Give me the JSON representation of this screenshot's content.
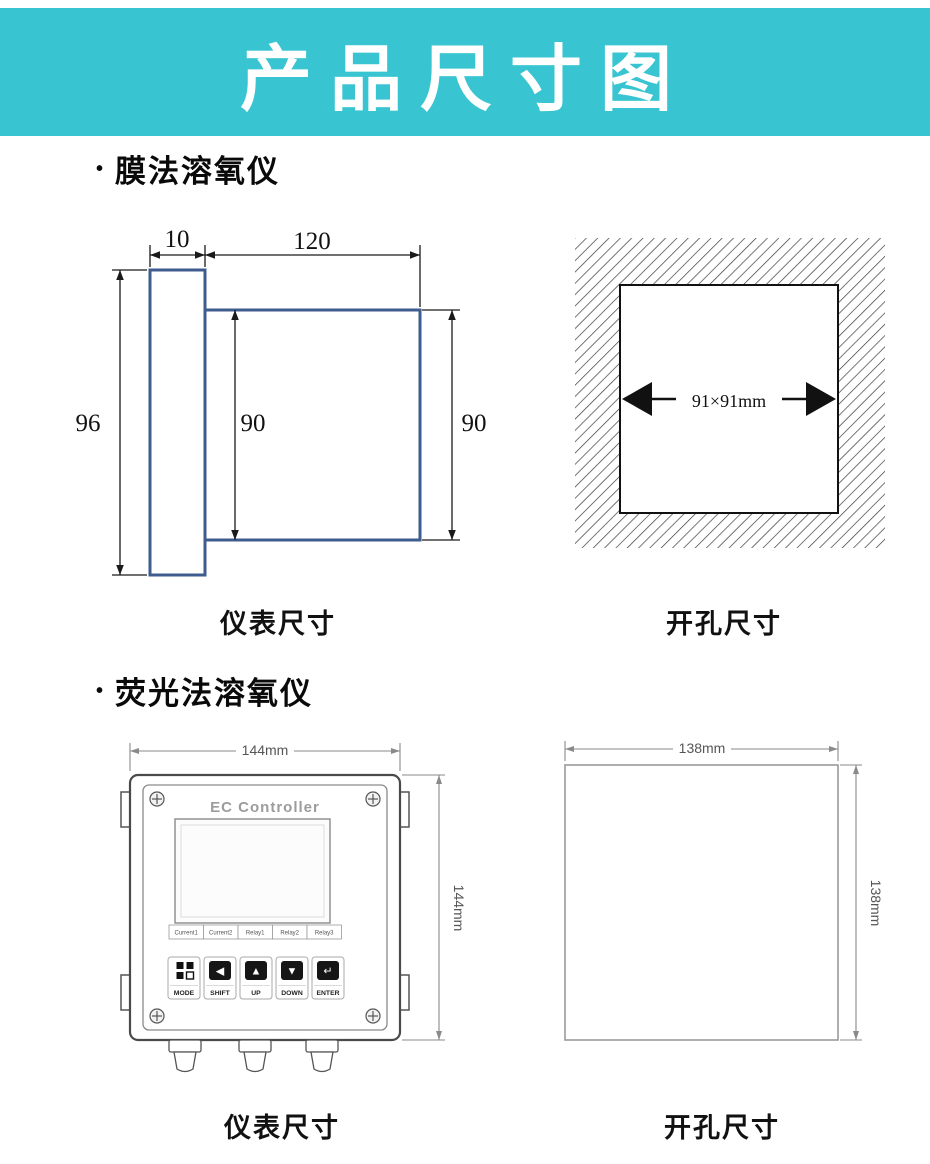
{
  "banner": {
    "title": "产品尺寸图"
  },
  "sections": {
    "membrane": {
      "bullet": "•",
      "heading": "膜法溶氧仪",
      "instrument": {
        "dim_flange_width": "10",
        "dim_body_width": "120",
        "dim_flange_height": "96",
        "dim_body_height_inner": "90",
        "dim_body_height_right": "90",
        "caption": "仪表尺寸"
      },
      "cutout": {
        "dim_label": "91×91mm",
        "caption": "开孔尺寸"
      }
    },
    "fluorescence": {
      "bullet": "•",
      "heading": "荧光法溶氧仪",
      "controller": {
        "title": "EC Controller",
        "terminals": [
          "Current1",
          "Current2",
          "Relay1",
          "Relay2",
          "Relay3"
        ],
        "buttons": [
          {
            "label": "MODE"
          },
          {
            "label": "SHIFT",
            "glyph": "◀"
          },
          {
            "label": "UP",
            "glyph": "▲"
          },
          {
            "label": "DOWN",
            "glyph": "▼"
          },
          {
            "label": "ENTER",
            "glyph": "↵"
          }
        ],
        "dim_width": "144mm",
        "dim_height": "144mm",
        "caption": "仪表尺寸"
      },
      "cutout": {
        "dim_width": "138mm",
        "dim_height": "138mm",
        "caption": "开孔尺寸"
      }
    }
  },
  "colors": {
    "banner_cyan": "#38c5d1",
    "drawing_blue": "#3f5c8e"
  }
}
